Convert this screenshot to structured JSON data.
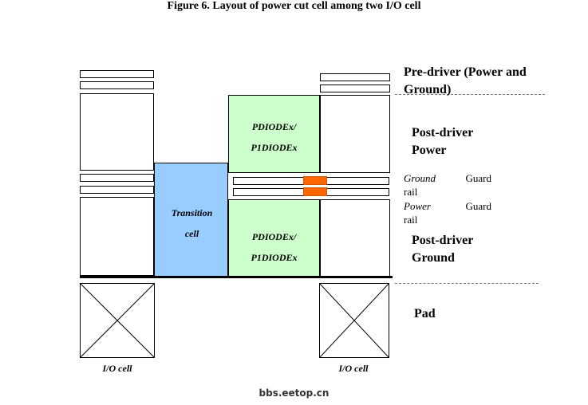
{
  "title": "Figure 6. Layout of power cut cell among two I/O cell",
  "cells": {
    "pdiode_top_line1": "PDIODEx/",
    "pdiode_top_line2": "P1DIODEx",
    "pdiode_bottom_line1": "PDIODEx/",
    "pdiode_bottom_line2": "P1DIODEx",
    "transition_line1": "Transition",
    "transition_line2": "cell",
    "io_left": "I/O cell",
    "io_right": "I/O cell"
  },
  "labels": {
    "pre_driver_line1": "Pre-driver (Power and",
    "pre_driver_line2": "Ground)",
    "post_power_line1": "Post-driver",
    "post_power_line2": "Power",
    "ground_guard_a": "Ground",
    "ground_guard_b": "Guard",
    "ground_guard_c": "rail",
    "power_guard_a": "Power",
    "power_guard_b": "Guard",
    "power_guard_c": "rail",
    "post_ground_line1": "Post-driver",
    "post_ground_line2": "Ground",
    "pad": "Pad"
  },
  "watermark": "bbs.eetop.cn",
  "colors": {
    "pdiode_fill": "#ccffcc",
    "transition_fill": "#99ccff",
    "guard_marker": "#ff6600"
  }
}
